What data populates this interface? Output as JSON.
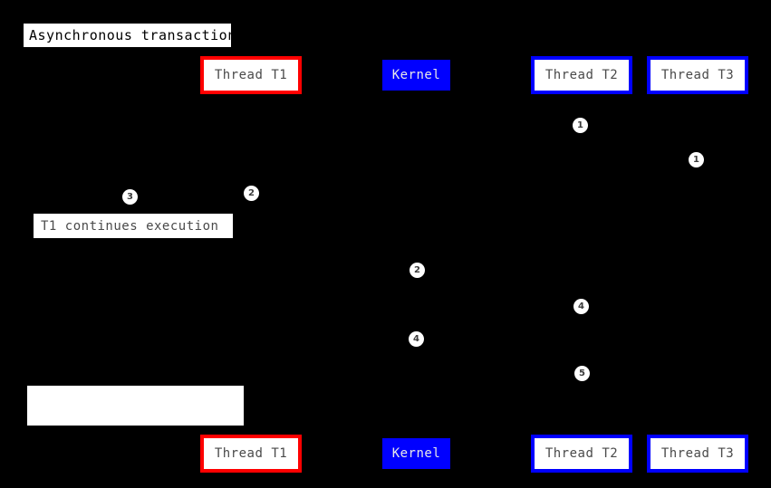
{
  "diagram": {
    "type": "uml-sequence-diagram",
    "background_color": "#000000",
    "title": {
      "text": "Asynchronous transaction",
      "background_color": "#FFFFFF",
      "text_color": "#000000"
    },
    "participants": [
      {
        "id": "t1-top",
        "label": "Thread T1",
        "style": "red-outline",
        "border_color": "#FF0000",
        "fill_color": "#FFFFFF",
        "text_color": "#4A4A4A",
        "position": "top"
      },
      {
        "id": "kernel-top",
        "label": "Kernel",
        "style": "blue-solid",
        "border_color": "#0000FF",
        "fill_color": "#0000FF",
        "text_color": "#E8E8E8",
        "position": "top"
      },
      {
        "id": "t2-top",
        "label": "Thread T2",
        "style": "blue-outline",
        "border_color": "#0000FF",
        "fill_color": "#FFFFFF",
        "text_color": "#4A4A4A",
        "position": "top"
      },
      {
        "id": "t3-top",
        "label": "Thread T3",
        "style": "blue-outline",
        "border_color": "#0000FF",
        "fill_color": "#FFFFFF",
        "text_color": "#4A4A4A",
        "position": "top"
      },
      {
        "id": "t1-bottom",
        "label": "Thread T1",
        "style": "red-outline",
        "border_color": "#FF0000",
        "fill_color": "#FFFFFF",
        "text_color": "#4A4A4A",
        "position": "bottom"
      },
      {
        "id": "kernel-bottom",
        "label": "Kernel",
        "style": "blue-solid",
        "border_color": "#0000FF",
        "fill_color": "#0000FF",
        "text_color": "#E8E8E8",
        "position": "bottom"
      },
      {
        "id": "t2-bottom",
        "label": "Thread T2",
        "style": "blue-outline",
        "border_color": "#0000FF",
        "fill_color": "#FFFFFF",
        "text_color": "#4A4A4A",
        "position": "bottom"
      },
      {
        "id": "t3-bottom",
        "label": "Thread T3",
        "style": "blue-outline",
        "border_color": "#0000FF",
        "fill_color": "#FFFFFF",
        "text_color": "#4A4A4A",
        "position": "bottom"
      }
    ],
    "notes": [
      {
        "id": "note-t1-continues",
        "text": "T1 continues execution",
        "background_color": "#FFFFFF",
        "text_color": "#4A4A4A"
      },
      {
        "id": "note-blank",
        "text": "",
        "background_color": "#FFFFFF",
        "text_color": "#4A4A4A"
      }
    ],
    "step_markers": [
      {
        "id": "marker-a",
        "number": "1"
      },
      {
        "id": "marker-b",
        "number": "1"
      },
      {
        "id": "marker-c",
        "number": "3"
      },
      {
        "id": "marker-d",
        "number": "2"
      },
      {
        "id": "marker-e",
        "number": "2"
      },
      {
        "id": "marker-f",
        "number": "4"
      },
      {
        "id": "marker-g",
        "number": "4"
      },
      {
        "id": "marker-h",
        "number": "5"
      }
    ]
  }
}
